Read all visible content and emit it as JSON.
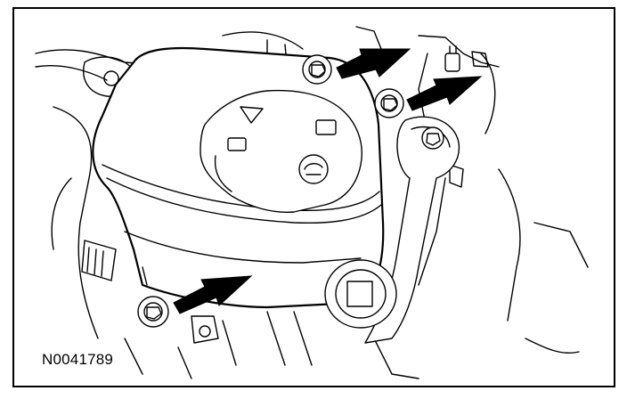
{
  "figure": {
    "id_label": "N0041789"
  },
  "colors": {
    "line": "#000000",
    "background": "#ffffff"
  },
  "callouts": [
    {
      "name": "fastener-top-left-arrow",
      "icon": "arrow-icon"
    },
    {
      "name": "fastener-top-right-arrow",
      "icon": "arrow-icon"
    },
    {
      "name": "fastener-bottom-left-arrow",
      "icon": "arrow-icon"
    }
  ]
}
